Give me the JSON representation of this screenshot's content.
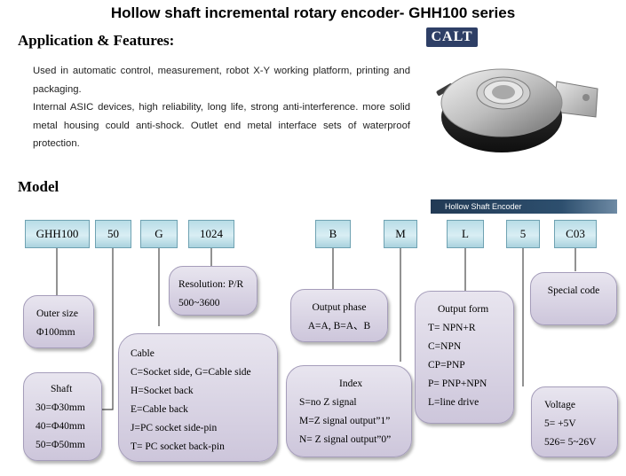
{
  "title": "Hollow shaft incremental rotary encoder- GHH100 series",
  "application_heading": "Application & Features:",
  "logo_text": "CALT",
  "description": [
    "Used in automatic control, measurement, robot X-Y working platform, printing and packaging.",
    "Internal ASIC devices, high reliability, long life, strong anti-interference. more solid metal housing could anti-shock. Outlet end metal interface sets of waterproof protection."
  ],
  "model_heading": "Model",
  "banner": "Hollow Shaft Encoder",
  "codes": [
    "GHH100",
    "50",
    "G",
    "1024",
    "B",
    "M",
    "L",
    "5",
    "C03"
  ],
  "boxes": {
    "outer_size": {
      "title": "Outer size",
      "lines": [
        "Φ100mm"
      ]
    },
    "shaft": {
      "title": "Shaft",
      "lines": [
        "30=Φ30mm",
        "40=Φ40mm",
        "50=Φ50mm"
      ]
    },
    "resolution": {
      "title": "Resolution: P/R",
      "lines": [
        "500~3600"
      ]
    },
    "cable": {
      "title": "Cable",
      "lines": [
        "C=Socket side, G=Cable side",
        "H=Socket back",
        "E=Cable back",
        "J=PC socket side-pin",
        "T= PC socket back-pin"
      ]
    },
    "output_phase": {
      "title": "Output phase",
      "lines": [
        "A=A, B=A、B"
      ]
    },
    "index": {
      "title": "Index",
      "lines": [
        "S=no Z signal",
        "M=Z signal output”1”",
        "N= Z signal output”0”"
      ]
    },
    "output_form": {
      "title": "Output form",
      "lines": [
        "T= NPN+R",
        "C=NPN",
        "CP=PNP",
        "P= PNP+NPN",
        "L=line drive"
      ]
    },
    "special_code": {
      "title": "Special code",
      "lines": []
    },
    "voltage": {
      "title": "Voltage",
      "lines": [
        "5= +5V",
        "526= 5~26V"
      ]
    }
  },
  "colors": {
    "code_box": "#c7e6ee",
    "info_box": "#d6d0e2",
    "banner": "#2a4766"
  }
}
